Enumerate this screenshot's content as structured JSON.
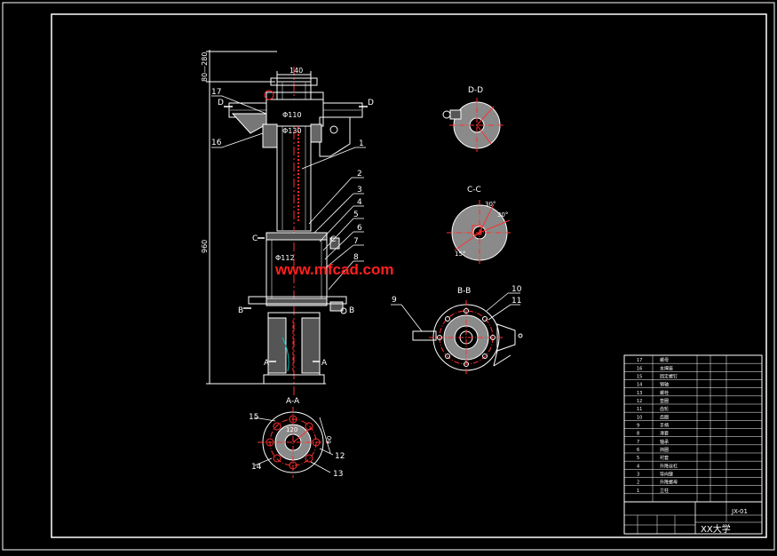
{
  "drawing": {
    "dims": {
      "width_top": "140",
      "height_range": "80—280",
      "overall_height": "960",
      "dia_110": "Φ110",
      "dia_130": "Φ130",
      "dia_112": "Φ112",
      "aa_dim": "120",
      "aa_dim2": "60"
    },
    "section_marks": {
      "d_left": "D",
      "d_right": "D",
      "c_left": "C",
      "c_right": "C",
      "b_left": "B",
      "b_right": "B",
      "a_left": "A",
      "a_right": "A"
    },
    "part_numbers": {
      "p1": "1",
      "p2": "2",
      "p3": "3",
      "p4": "4",
      "p5": "5",
      "p6": "6",
      "p7": "7",
      "p8": "8",
      "p9": "9",
      "p10": "10",
      "p11": "11",
      "p12": "12",
      "p13": "13",
      "p14": "14",
      "p15": "15",
      "p16": "16",
      "p17": "17"
    },
    "views": {
      "dd": "D-D",
      "cc": "C-C",
      "bb": "B-B",
      "aa": "A-A"
    },
    "cc_angles": {
      "a1": "30°",
      "a2": "30°",
      "a3": "15°"
    }
  },
  "watermark": "www.mfcad.com",
  "title_block": {
    "school": "XX大学",
    "drawing_no": "JX-01",
    "bom_rows": [
      {
        "no": "17",
        "name": "螺母"
      },
      {
        "no": "16",
        "name": "支撑座"
      },
      {
        "no": "15",
        "name": "固定螺钉"
      },
      {
        "no": "14",
        "name": "销轴"
      },
      {
        "no": "13",
        "name": "螺栓"
      },
      {
        "no": "12",
        "name": "垫圈"
      },
      {
        "no": "11",
        "name": "齿轮"
      },
      {
        "no": "10",
        "name": "齿圈"
      },
      {
        "no": "9",
        "name": "手柄"
      },
      {
        "no": "8",
        "name": "滑套"
      },
      {
        "no": "7",
        "name": "轴承"
      },
      {
        "no": "6",
        "name": "挡圈"
      },
      {
        "no": "5",
        "name": "衬套"
      },
      {
        "no": "4",
        "name": "升降丝杠"
      },
      {
        "no": "3",
        "name": "导向键"
      },
      {
        "no": "2",
        "name": "升降螺母"
      },
      {
        "no": "1",
        "name": "立柱"
      }
    ]
  }
}
